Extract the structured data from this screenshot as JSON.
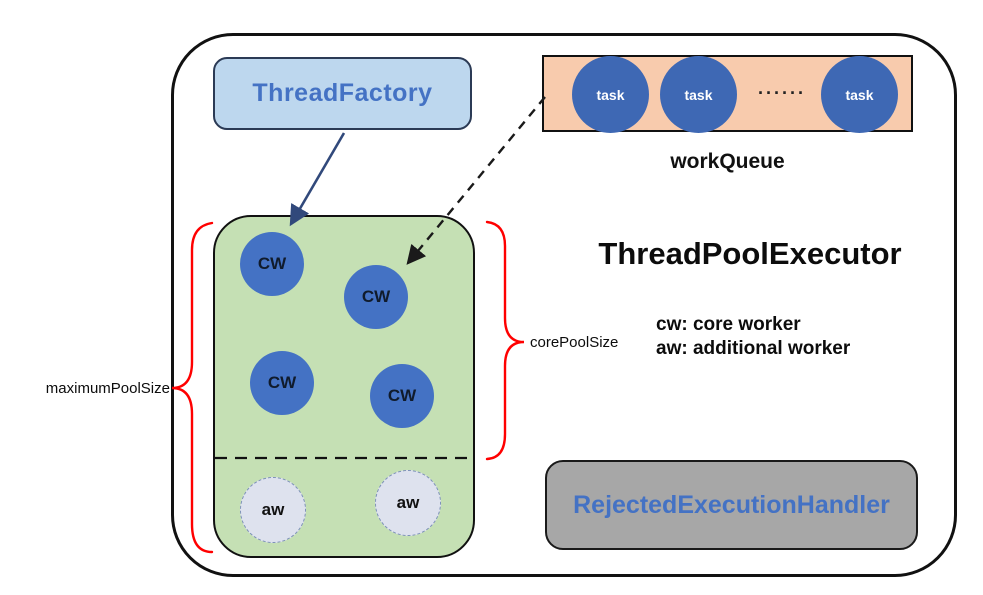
{
  "title": "ThreadPoolExecutor",
  "factory": {
    "label": "ThreadFactory"
  },
  "queue": {
    "label": "workQueue",
    "tasks": [
      "task",
      "task",
      "task"
    ],
    "ellipsis": "······"
  },
  "pool": {
    "core_workers": [
      "CW",
      "CW",
      "CW",
      "CW"
    ],
    "additional_workers": [
      "aw",
      "aw"
    ]
  },
  "braces": {
    "maximum_pool_size_label": "maximumPoolSize",
    "core_pool_size_label": "corePoolSize"
  },
  "legend": {
    "cw": "cw: core worker",
    "aw": "aw: additional worker"
  },
  "handler": {
    "label": "RejectedExecutionHandler"
  },
  "colors": {
    "factory_fill": "#BDD7EE",
    "factory_text": "#4472C4",
    "queue_fill": "#F8CBAD",
    "task_fill": "#3E68B4",
    "task_text": "#FFFFFF",
    "pool_fill": "#C5E0B4",
    "core_worker_fill": "#4472C4",
    "additional_worker_fill": "#DEE2EE",
    "additional_worker_border": "#7D90BA",
    "handler_fill": "#A7A7A7",
    "handler_text": "#4472C4",
    "brace_red": "#FF0000",
    "factory_arrow_navy": "#31497B",
    "queue_arrow_black": "#1A1A1A",
    "outline_black": "#111111"
  }
}
